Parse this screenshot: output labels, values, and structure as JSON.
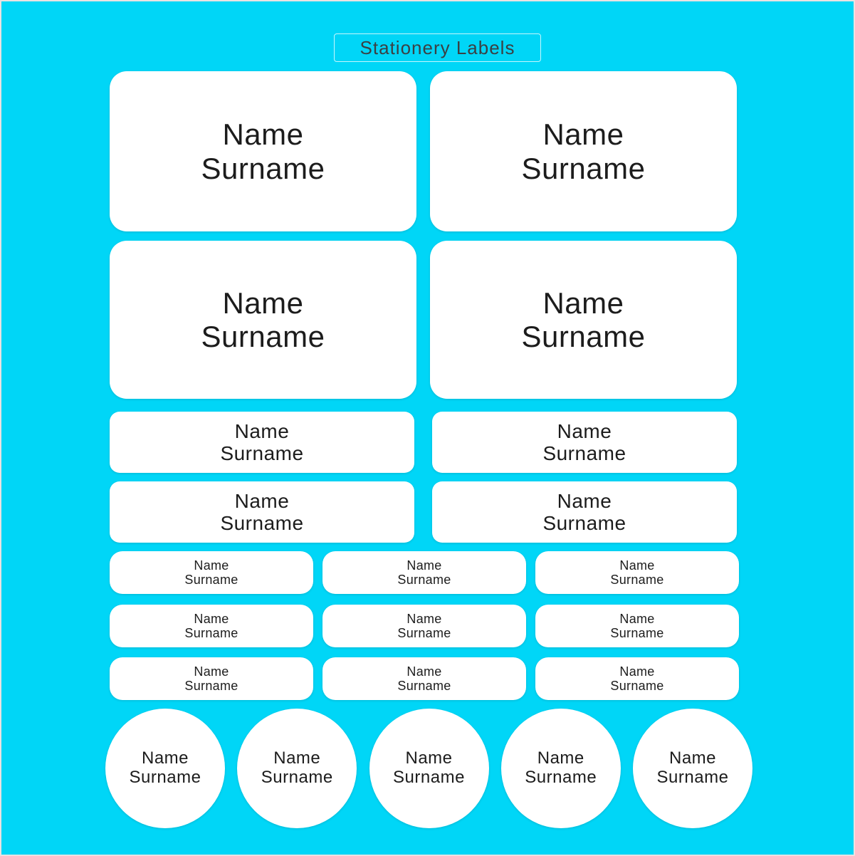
{
  "page": {
    "title": "Stationery Labels"
  },
  "label": {
    "line1": "Name",
    "line2": "Surname"
  },
  "colors": {
    "background": "#00d6f7",
    "label_background": "#ffffff",
    "label_text": "#1c1c1c",
    "title_text": "#3b4043",
    "title_border": "#d8f3f9",
    "page_border": "#e9e2e2"
  }
}
